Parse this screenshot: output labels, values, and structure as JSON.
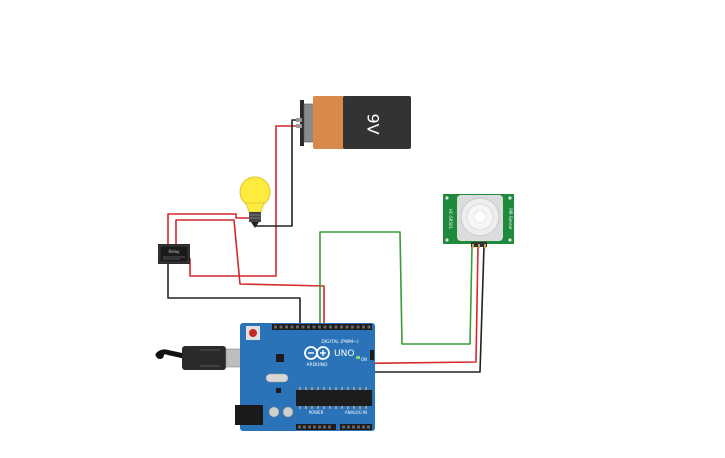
{
  "battery": {
    "label": "9V"
  },
  "arduino": {
    "brand": "ARDUINO",
    "model": "UNO",
    "digital_header_label": "DIGITAL (PWM~)",
    "analog_header_label": "ANALOG IN",
    "power_header_label": "POWER",
    "on_label": "ON"
  },
  "pir": {
    "left_label": "HC-SR501",
    "right_label": "PIR Sensor"
  },
  "relay": {
    "label": "Relay"
  },
  "colors": {
    "wire_red": "#d42a2a",
    "wire_black": "#222222",
    "wire_green": "#3a9b3a",
    "board_blue": "#2a73b8",
    "pir_green": "#1e8a3c",
    "battery_orange": "#d98a4a",
    "bulb_yellow": "#ffeb3b"
  }
}
